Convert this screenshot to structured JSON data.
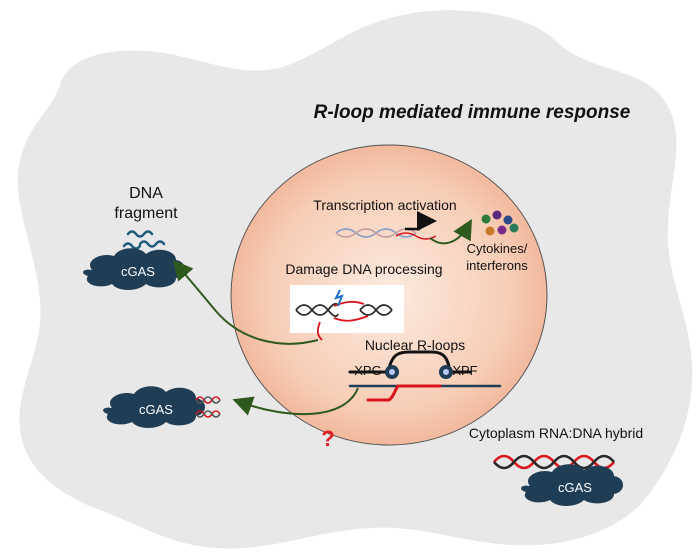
{
  "title": "R-loop mediated immune response",
  "labels": {
    "dna_fragment_line1": "DNA",
    "dna_fragment_line2": "fragment",
    "transcription_activation": "Transcription activation",
    "cytokines_line1": "Cytokines/",
    "cytokines_line2": "interferons",
    "damage_dna_processing": "Damage DNA processing",
    "nuclear_rloops": "Nuclear R-loops",
    "xpg": "XPG",
    "xpf": "XPF",
    "question_mark": "?",
    "cytoplasm_hybrid": "Cytoplasm RNA:DNA hybrid"
  },
  "cgas": {
    "label_top": "cGAS",
    "label_middle": "cGAS",
    "label_bottom": "cGAS"
  },
  "colors": {
    "cell": "#e8e8e8",
    "nucleus_inner": "#fbe3d6",
    "nucleus_outer": "#f2b79a",
    "cgas_fill": "#1f3d55",
    "rna_red": "#d9141c",
    "dna_dark": "#2a2a2a",
    "arrow_green": "#2f5a1e",
    "question_red": "#e02020",
    "fragment_blue": "#1f5a7a"
  },
  "cytokine_dot_colors": [
    "#2a7a3a",
    "#5a2a7a",
    "#2a4a8a",
    "#c87a2a",
    "#7a2a8a",
    "#2a7a5a"
  ]
}
